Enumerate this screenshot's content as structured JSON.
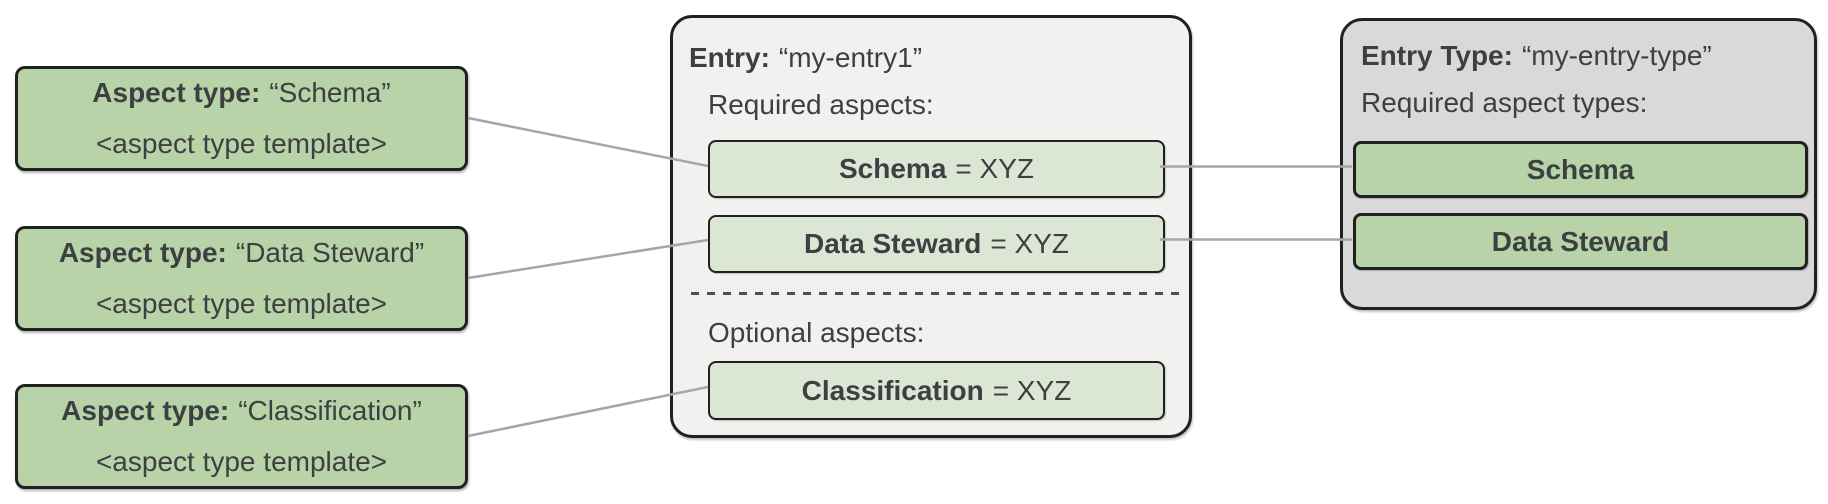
{
  "diagram": {
    "aspect_type_boxes": [
      {
        "label_bold": "Aspect type:",
        "label_value": "“Schema”",
        "template": "<aspect type template>"
      },
      {
        "label_bold": "Aspect type:",
        "label_value": "“Data Steward”",
        "template": "<aspect type template>"
      },
      {
        "label_bold": "Aspect type:",
        "label_value": "“Classification”",
        "template": "<aspect type template>"
      }
    ],
    "entry": {
      "title_bold": "Entry:",
      "title_value": "“my-entry1”",
      "required_label": "Required aspects:",
      "optional_label": "Optional aspects:",
      "required_aspects": [
        {
          "name": "Schema",
          "value": "= XYZ"
        },
        {
          "name": "Data Steward",
          "value": "= XYZ"
        }
      ],
      "optional_aspects": [
        {
          "name": "Classification",
          "value": "= XYZ"
        }
      ]
    },
    "entry_type": {
      "title_bold": "Entry Type:",
      "title_value": "“my-entry-type”",
      "required_label": "Required aspect types:",
      "aspect_types": [
        {
          "name": "Schema"
        },
        {
          "name": "Data Steward"
        }
      ]
    },
    "colors": {
      "aspect_green": "#b8d3a8",
      "aspect_light_green": "#dbe7d4",
      "entry_bg": "#f1f2ef",
      "entry_type_bg": "#d9d9d9",
      "border": "#212121",
      "text": "#3c4043",
      "connector": "#a6a6a6",
      "divider": "#4f4f4f"
    }
  }
}
